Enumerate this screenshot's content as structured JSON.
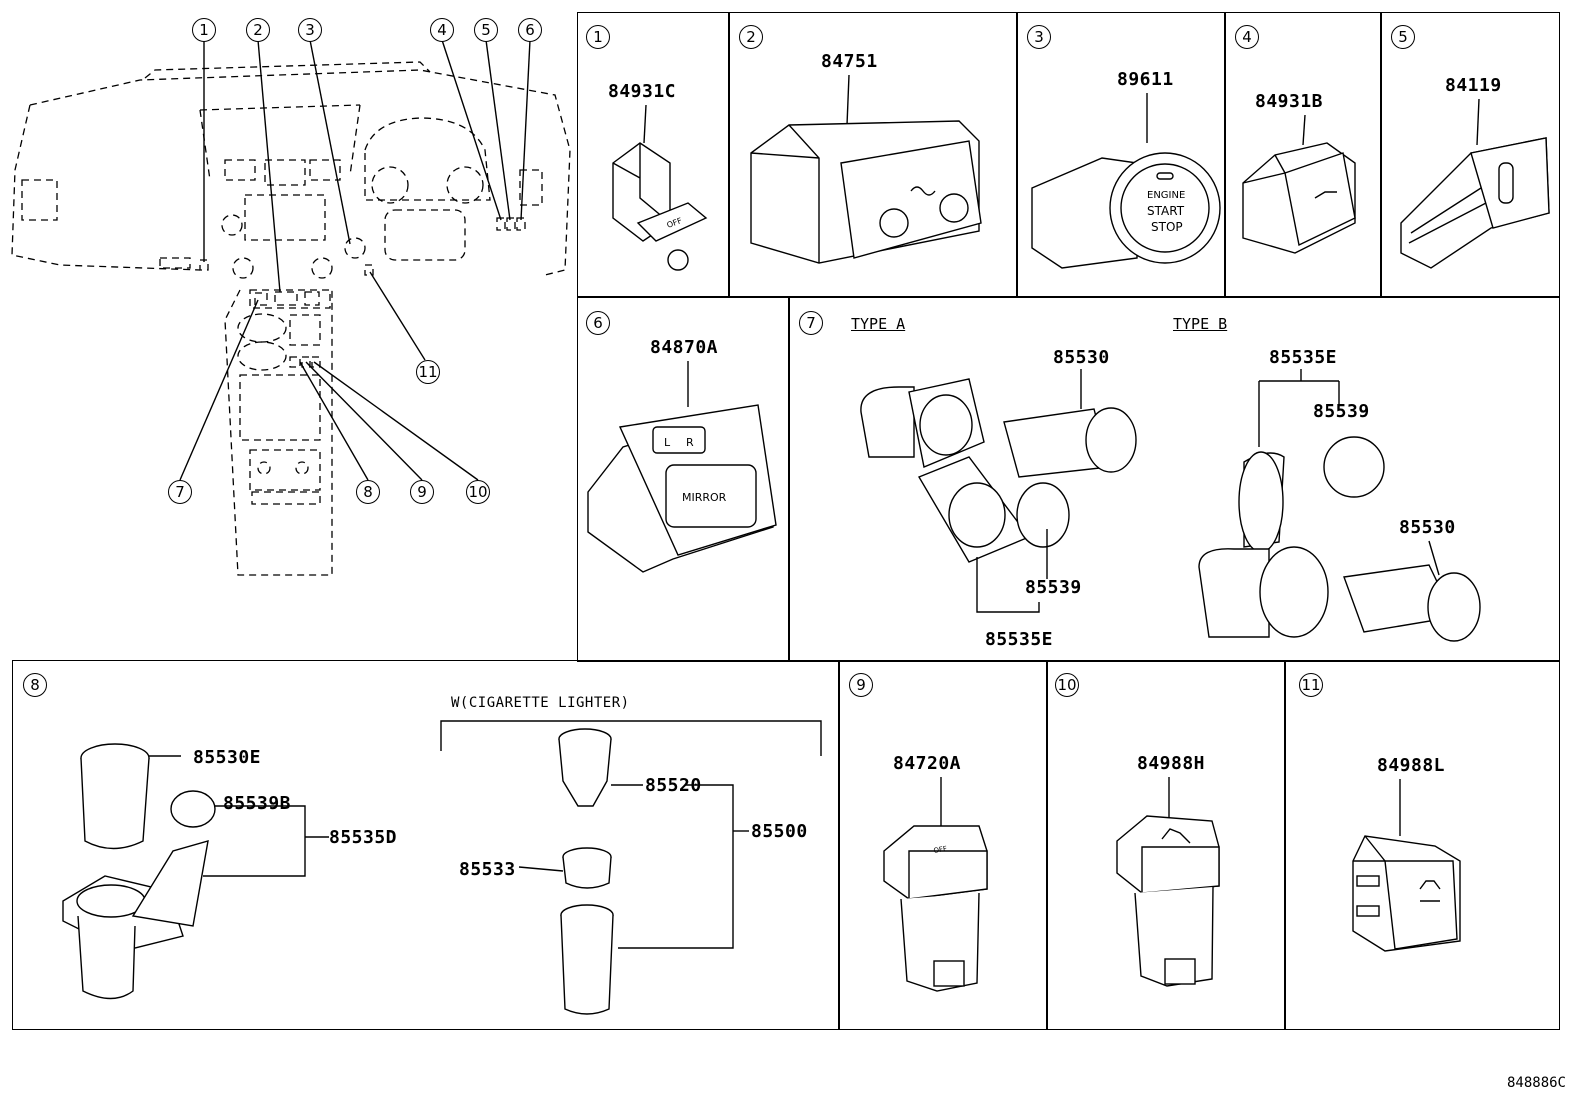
{
  "callouts": [
    "1",
    "2",
    "3",
    "4",
    "5",
    "6",
    "7",
    "8",
    "9",
    "10",
    "11"
  ],
  "panels": {
    "p1": {
      "num": "1",
      "part": "84931C"
    },
    "p2": {
      "num": "2",
      "part": "84751"
    },
    "p3": {
      "num": "3",
      "part": "89611",
      "button_text": [
        "ENGINE",
        "START",
        "STOP"
      ]
    },
    "p4": {
      "num": "4",
      "part": "84931B"
    },
    "p5": {
      "num": "5",
      "part": "84119"
    },
    "p6": {
      "num": "6",
      "part": "84870A",
      "button_text": "MIRROR"
    },
    "p7": {
      "num": "7",
      "type_a": "TYPE A",
      "type_b": "TYPE B",
      "a_parts": [
        "85530",
        "85539",
        "85535E"
      ],
      "b_parts": [
        "85535E",
        "85539",
        "85530"
      ]
    },
    "p8": {
      "num": "8",
      "parts": [
        "85530E",
        "85539B",
        "85535D"
      ],
      "sub_title": "W(CIGARETTE LIGHTER)",
      "sub_parts": [
        "85520",
        "85533",
        "85500"
      ]
    },
    "p9": {
      "num": "9",
      "part": "84720A"
    },
    "p10": {
      "num": "10",
      "part": "84988H"
    },
    "p11": {
      "num": "11",
      "part": "84988L"
    }
  },
  "diagram_code": "848886C"
}
